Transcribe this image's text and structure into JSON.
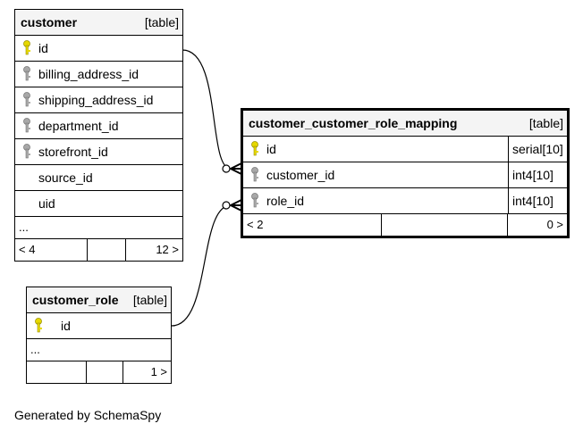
{
  "customer": {
    "name": "customer",
    "kind": "[table]",
    "columns": [
      {
        "name": "id",
        "key": "primary"
      },
      {
        "name": "billing_address_id",
        "key": "foreign"
      },
      {
        "name": "shipping_address_id",
        "key": "foreign"
      },
      {
        "name": "department_id",
        "key": "foreign"
      },
      {
        "name": "storefront_id",
        "key": "foreign"
      },
      {
        "name": "source_id",
        "key": "none"
      },
      {
        "name": "uid",
        "key": "none"
      }
    ],
    "ellipsis": "...",
    "parents": "< 4",
    "children": "12 >"
  },
  "mapping": {
    "name": "customer_customer_role_mapping",
    "kind": "[table]",
    "columns": [
      {
        "name": "id",
        "type": "serial[10]",
        "key": "primary"
      },
      {
        "name": "customer_id",
        "type": "int4[10]",
        "key": "foreign"
      },
      {
        "name": "role_id",
        "type": "int4[10]",
        "key": "foreign"
      }
    ],
    "parents": "< 2",
    "children": "0 >"
  },
  "customer_role": {
    "name": "customer_role",
    "kind": "[table]",
    "columns": [
      {
        "name": "id",
        "key": "primary"
      }
    ],
    "ellipsis": "...",
    "children": "1 >"
  },
  "credit": "Generated by SchemaSpy",
  "colors": {
    "primary_key": "#e6d800",
    "foreign_key": "#a8a8a8",
    "header_bg": "#f4f4f4"
  }
}
